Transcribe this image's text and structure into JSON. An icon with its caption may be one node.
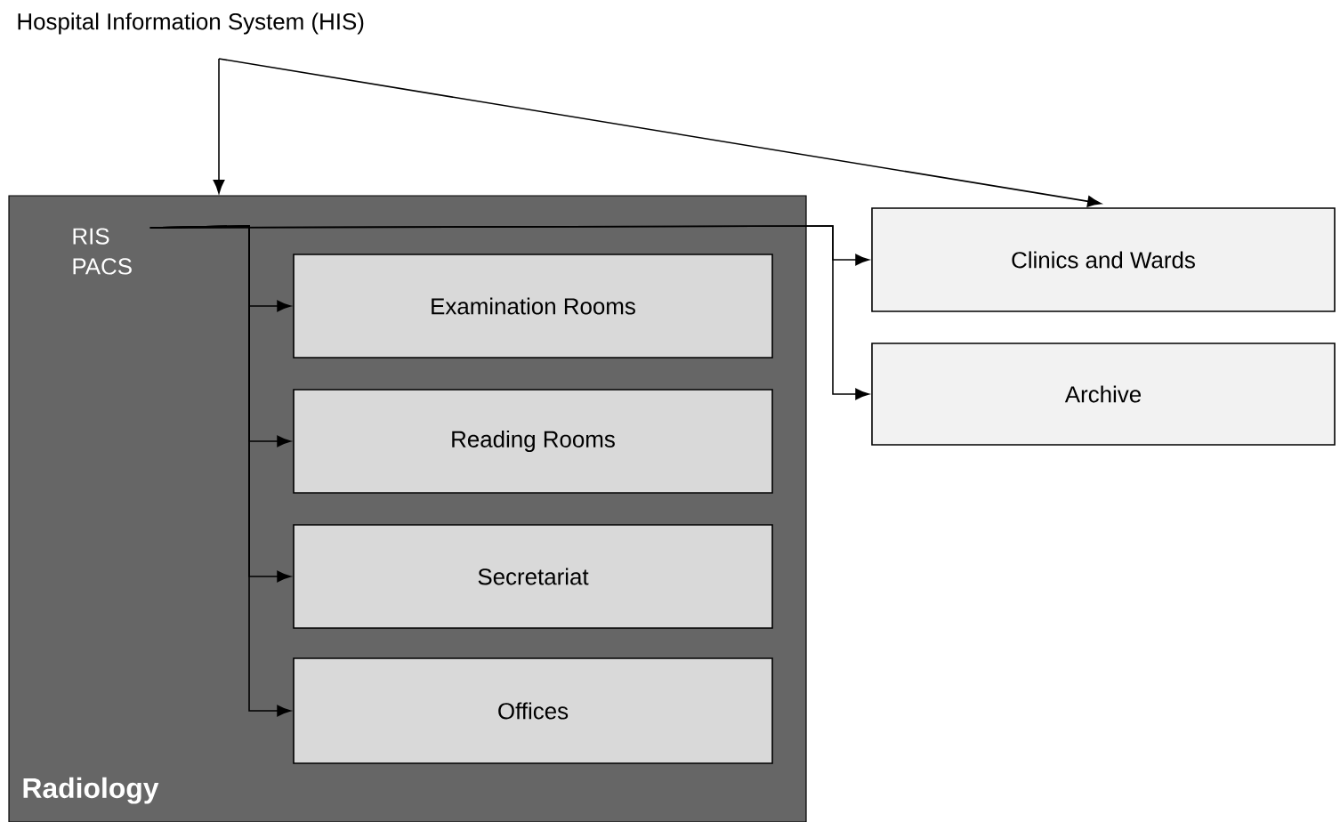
{
  "diagram": {
    "nodes": [
      {
        "text": [
          "Hospital Information System (HIS)"
        ]
      },
      {
        "text": [
          "Radiology"
        ]
      },
      {
        "text": [
          "RIS PACS"
        ],
        "in": 1
      },
      {
        "text": [
          "Examination Rooms"
        ],
        "in": 1
      },
      {
        "text": [
          "Reading Rooms"
        ],
        "in": 1
      },
      {
        "text": [
          "Secretariat"
        ],
        "in": 1
      },
      {
        "text": [
          "Offices"
        ],
        "in": 1
      },
      {
        "text": [
          "Clinics and Wards"
        ]
      },
      {
        "text": [
          "Archive"
        ]
      }
    ],
    "edges": [
      {
        "from": 0,
        "to": 1,
        "arrow": "to"
      },
      {
        "from": 0,
        "to": 7,
        "arrow": "to"
      },
      {
        "from": 2,
        "to": 3,
        "arrow": "to"
      },
      {
        "from": 2,
        "to": 4,
        "arrow": "to"
      },
      {
        "from": 2,
        "to": 5,
        "arrow": "to"
      },
      {
        "from": 2,
        "to": 6,
        "arrow": "to"
      },
      {
        "from": 2,
        "to": 7,
        "arrow": "to"
      },
      {
        "from": 2,
        "to": 8,
        "arrow": "to"
      }
    ]
  }
}
